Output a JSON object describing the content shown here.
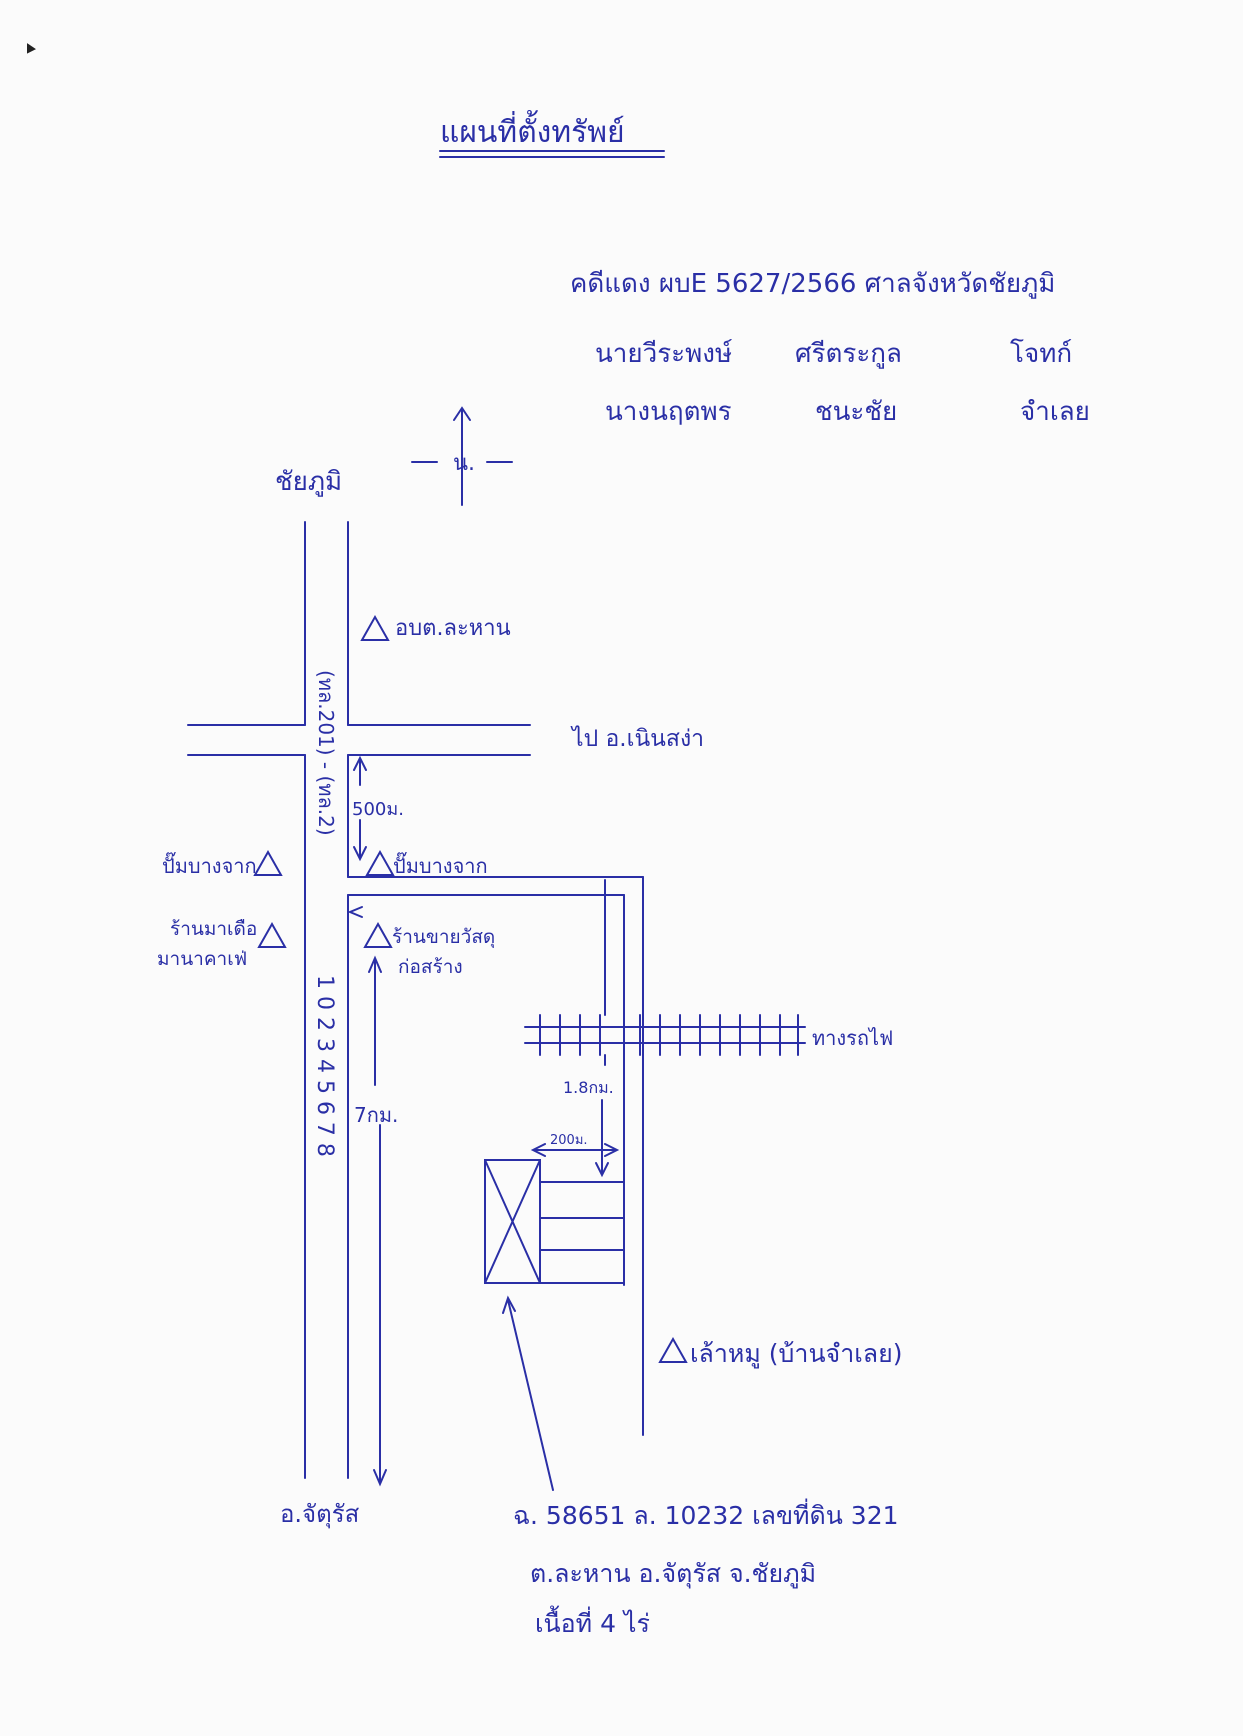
{
  "title": "แผนที่ตั้งทรัพย์",
  "case_info": {
    "line1": "คดีแดง ผบE 5627/2566 ศาลจังหวัดชัยภูมิ",
    "line2": [
      "นายวีระพงษ์",
      "ศรีตระกูล",
      "โจทก์"
    ],
    "line3": [
      "นางนฤตพร",
      "ชนะชัย",
      "จำเลย"
    ]
  },
  "compass": {
    "north_label": "น."
  },
  "places": {
    "north_end": "ชัยภูมิ",
    "south_end": "อ.จัตุรัส",
    "road_number": "(ทล.201) - (ทล.2)",
    "road_number_2": "1 0 2 3 4 5 6 7 8",
    "east_road": "ไป อ.เนินสง่า",
    "obt": "อบต.ละหาน",
    "gas_left": "ปั๊มบางจาก",
    "gas_right": "ปั๊มบางจาก",
    "shop_left_1": "ร้านมาเดือ",
    "shop_left_2": "มานาคาเฟ่",
    "shop_right_1": "ร้านขายวัสดุ",
    "shop_right_2": "ก่อสร้าง",
    "railway": "ทางรถไฟ",
    "pork_shop": "เล้าหมู (บ้านจำเลย)"
  },
  "distances": {
    "d500": "500ม.",
    "d7km": "7กม.",
    "d1_8km": "1.8กม.",
    "d200": "200ม."
  },
  "parcel": {
    "line1": "ฉ. 58651 ล. 10232 เลขที่ดิน 321",
    "line2": "ต.ละหาน อ.จัตุรัส จ.ชัยภูมิ",
    "line3": "เนื้อที่ 4 ไร่"
  },
  "colors": {
    "ink": "#2a2fa6",
    "paper": "#fbfbfb"
  }
}
